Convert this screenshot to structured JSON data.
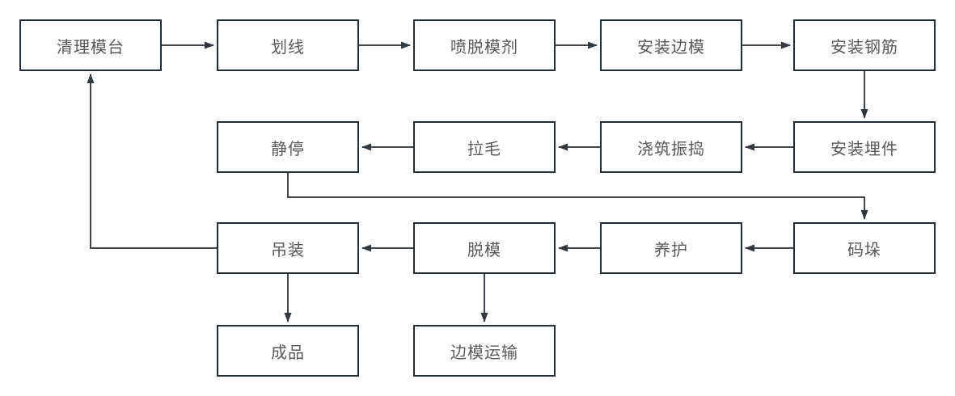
{
  "diagram": {
    "background_color": "#ffffff",
    "box_border_color": "#262c33",
    "connector_color": "#41464c",
    "text_color": "#595959",
    "nodes": [
      {
        "id": "clean-mold-table",
        "label": "清理模台",
        "row": 1,
        "col": 1
      },
      {
        "id": "scribing",
        "label": "划线",
        "row": 1,
        "col": 2
      },
      {
        "id": "spray-release-agent",
        "label": "喷脱模剂",
        "row": 1,
        "col": 3
      },
      {
        "id": "install-side-forms",
        "label": "安装边模",
        "row": 1,
        "col": 4
      },
      {
        "id": "install-rebar",
        "label": "安装钢筋",
        "row": 1,
        "col": 5
      },
      {
        "id": "install-embeds",
        "label": "安装埋件",
        "row": 2,
        "col": 5
      },
      {
        "id": "pour-and-vibrate",
        "label": "浇筑振捣",
        "row": 2,
        "col": 4
      },
      {
        "id": "surface-roughening",
        "label": "拉毛",
        "row": 2,
        "col": 3
      },
      {
        "id": "rest",
        "label": "静停",
        "row": 2,
        "col": 2
      },
      {
        "id": "stacking",
        "label": "码垛",
        "row": 3,
        "col": 5
      },
      {
        "id": "curing",
        "label": "养护",
        "row": 3,
        "col": 4
      },
      {
        "id": "demolding",
        "label": "脱模",
        "row": 3,
        "col": 3
      },
      {
        "id": "hoisting",
        "label": "吊装",
        "row": 3,
        "col": 2
      },
      {
        "id": "finished-product",
        "label": "成品",
        "row": 4,
        "col": 2
      },
      {
        "id": "side-form-transport",
        "label": "边模运输",
        "row": 4,
        "col": 3
      }
    ],
    "edges": [
      {
        "from": "clean-mold-table",
        "to": "scribing",
        "direction": "right"
      },
      {
        "from": "scribing",
        "to": "spray-release-agent",
        "direction": "right"
      },
      {
        "from": "spray-release-agent",
        "to": "install-side-forms",
        "direction": "right"
      },
      {
        "from": "install-side-forms",
        "to": "install-rebar",
        "direction": "right"
      },
      {
        "from": "install-rebar",
        "to": "install-embeds",
        "direction": "down"
      },
      {
        "from": "install-embeds",
        "to": "pour-and-vibrate",
        "direction": "left"
      },
      {
        "from": "pour-and-vibrate",
        "to": "surface-roughening",
        "direction": "left"
      },
      {
        "from": "surface-roughening",
        "to": "rest",
        "direction": "left"
      },
      {
        "from": "rest",
        "to": "stacking",
        "direction": "down-right-down"
      },
      {
        "from": "stacking",
        "to": "curing",
        "direction": "left"
      },
      {
        "from": "curing",
        "to": "demolding",
        "direction": "left"
      },
      {
        "from": "demolding",
        "to": "hoisting",
        "direction": "left"
      },
      {
        "from": "hoisting",
        "to": "clean-mold-table",
        "direction": "left-up"
      },
      {
        "from": "hoisting",
        "to": "finished-product",
        "direction": "down"
      },
      {
        "from": "demolding",
        "to": "side-form-transport",
        "direction": "down"
      }
    ]
  }
}
